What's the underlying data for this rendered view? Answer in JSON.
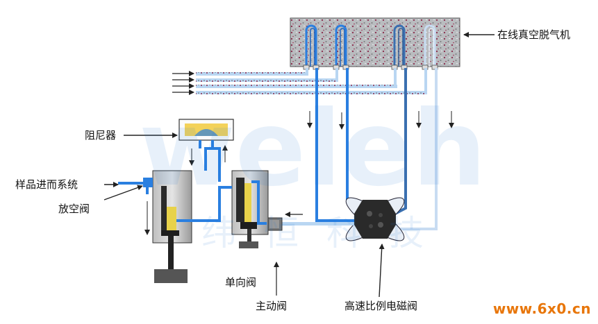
{
  "labels": {
    "degasser": "在线真空脱气机",
    "damper": "阻尼器",
    "sample_system": "样品进而系统",
    "vent_valve": "放空阀",
    "check_valve": "单向阀",
    "active_valve": "主动阀",
    "proportioning_valve": "高速比例电磁阀"
  },
  "watermark": {
    "text": "weleh",
    "subtext": "纬恒科技"
  },
  "site": "www.6x0.cn",
  "colors": {
    "solvent_blue": "#2a7fe0",
    "pale_blue": "#b9d6f2",
    "dark_blue": "#2f5f98",
    "degasser_fill": "#b9bcbf",
    "damper_fill": "#f3d25a",
    "site_orange": "#e8760a"
  }
}
